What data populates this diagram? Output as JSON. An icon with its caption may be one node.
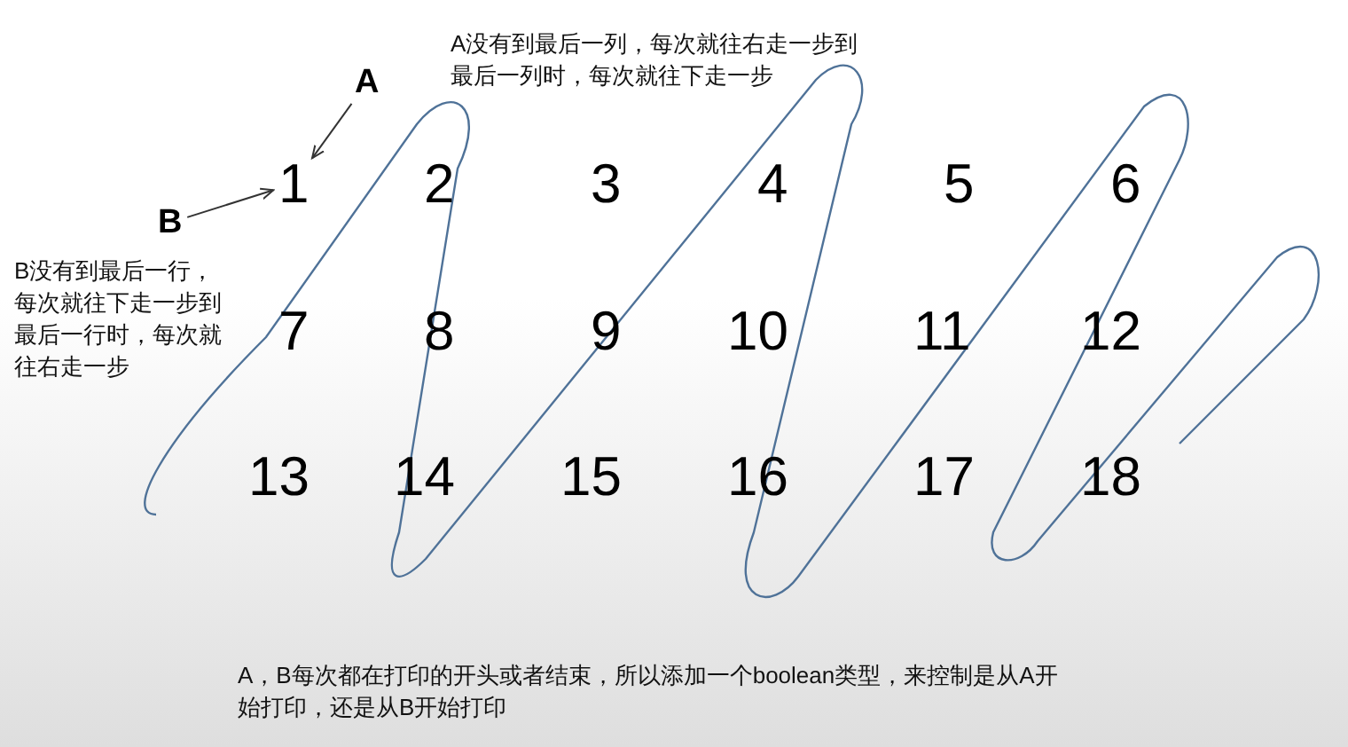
{
  "diagram": {
    "caption": "A，B每次都在打印的开头或者结束，所以添加一个boolean类型，来控制是从A开始打印，还是从B开始打印",
    "nodes": [
      {
        "text": [
          "A"
        ]
      },
      {
        "text": [
          "B"
        ]
      },
      {
        "text": [
          "1"
        ]
      },
      {
        "text": [
          "2"
        ]
      },
      {
        "text": [
          "3"
        ]
      },
      {
        "text": [
          "4"
        ]
      },
      {
        "text": [
          "5"
        ]
      },
      {
        "text": [
          "6"
        ]
      },
      {
        "text": [
          "7"
        ]
      },
      {
        "text": [
          "8"
        ]
      },
      {
        "text": [
          "9"
        ]
      },
      {
        "text": [
          "10"
        ]
      },
      {
        "text": [
          "11"
        ]
      },
      {
        "text": [
          "12"
        ]
      },
      {
        "text": [
          "13"
        ]
      },
      {
        "text": [
          "14"
        ]
      },
      {
        "text": [
          "15"
        ]
      },
      {
        "text": [
          "16"
        ]
      },
      {
        "text": [
          "17"
        ]
      },
      {
        "text": [
          "18"
        ]
      }
    ],
    "edges": [
      {
        "from": 0,
        "to": 2,
        "arrow": "to"
      },
      {
        "from": 1,
        "to": 2,
        "arrow": "to"
      }
    ],
    "labels": [
      "A没有到最后一列，每次就往右走一步到最后一列时，每次就往下走一步",
      "B没有到最后一行，每次就往下走一步到最后一行时，每次就往右走一步"
    ]
  }
}
